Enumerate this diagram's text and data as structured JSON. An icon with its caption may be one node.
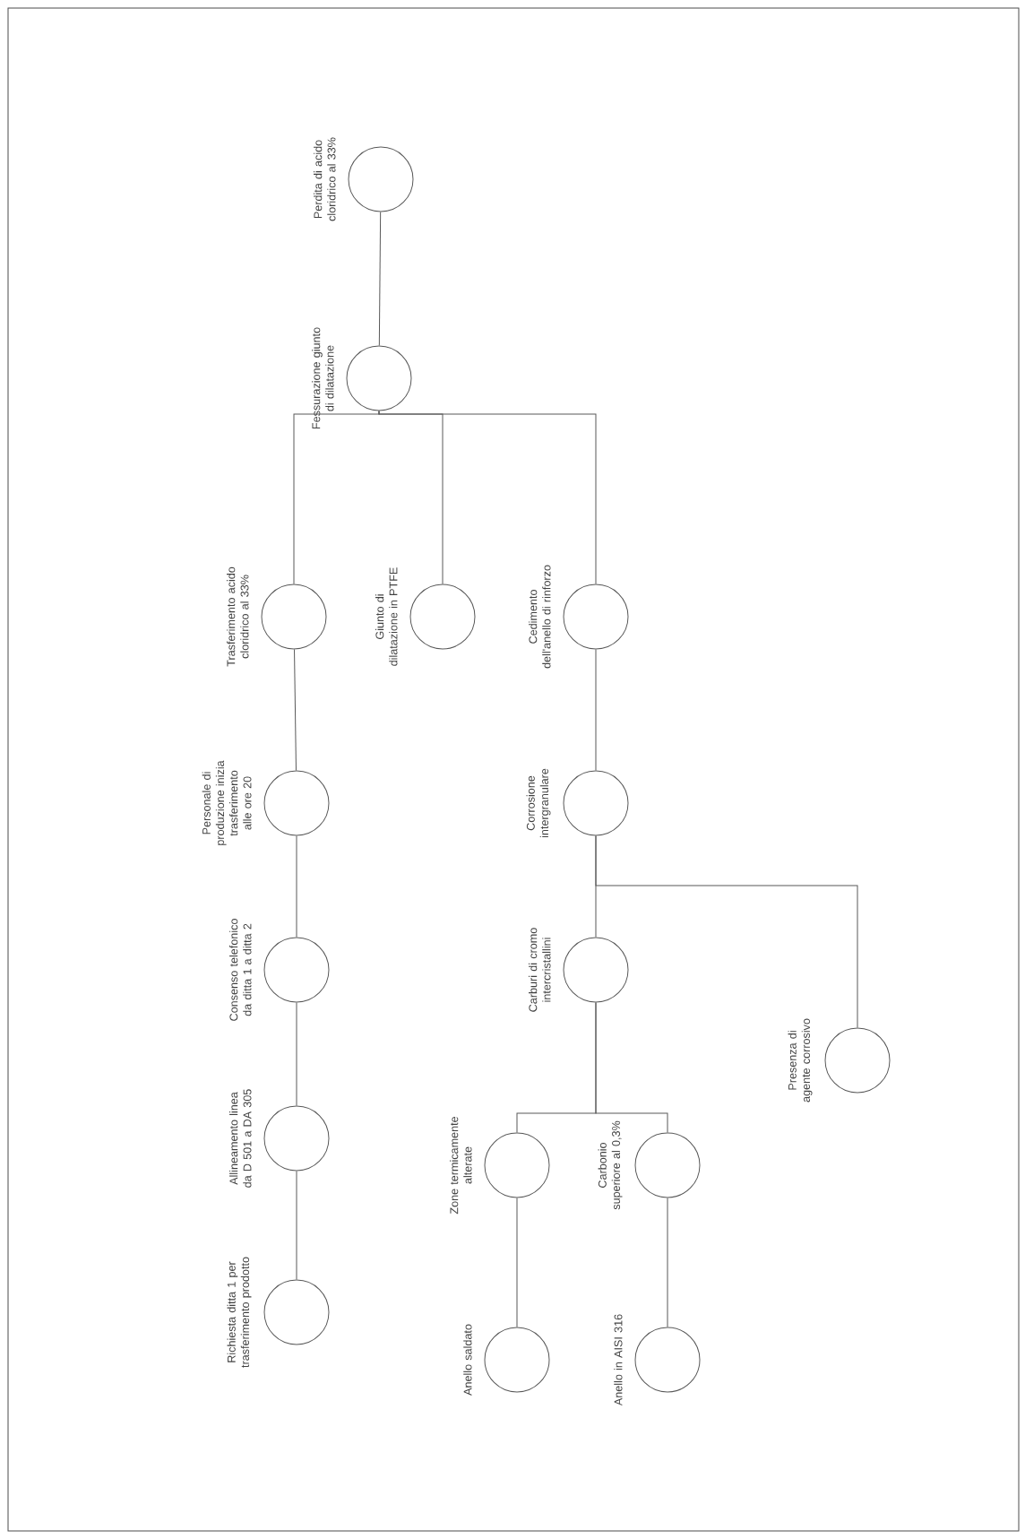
{
  "diagram": {
    "nodes": [
      {
        "text": [
          "Perdita di acido cloridrico al 33%"
        ]
      },
      {
        "text": [
          "Fessurazione giunto di dilatazione"
        ]
      },
      {
        "text": [
          "Trasferimento acido cloridrico al 33%"
        ]
      },
      {
        "text": [
          "Personale di produzione inizia trasferimento alle ore 20"
        ]
      },
      {
        "text": [
          "Consenso telefonico da ditta 1 a ditta 2"
        ]
      },
      {
        "text": [
          "Allineamento linea da D 501 a DA 305"
        ]
      },
      {
        "text": [
          "Richiesta ditta 1 per trasferimento prodotto"
        ]
      },
      {
        "text": [
          "Giunto di dilatazione in PTFE"
        ]
      },
      {
        "text": [
          "Cedimento dell'anello di rinforzo"
        ]
      },
      {
        "text": [
          "Corrosione intergranulare"
        ]
      },
      {
        "text": [
          "Carburi di cromo intercristallini"
        ]
      },
      {
        "text": [
          "Zone termicamente alterate"
        ]
      },
      {
        "text": [
          "Anello saldato"
        ]
      },
      {
        "text": [
          "Carbonio superiore al 0,3%"
        ]
      },
      {
        "text": [
          "Anello in AISI 316"
        ]
      },
      {
        "text": [
          "Presenza di agente corrosivo"
        ]
      }
    ],
    "edges": [
      {
        "from": 0,
        "to": 1,
        "arrow": "none"
      },
      {
        "from": 1,
        "to": 2,
        "arrow": "none"
      },
      {
        "from": 1,
        "to": 7,
        "arrow": "none"
      },
      {
        "from": 1,
        "to": 8,
        "arrow": "none"
      },
      {
        "from": 2,
        "to": 3,
        "arrow": "none"
      },
      {
        "from": 3,
        "to": 4,
        "arrow": "none"
      },
      {
        "from": 4,
        "to": 5,
        "arrow": "none"
      },
      {
        "from": 5,
        "to": 6,
        "arrow": "none"
      },
      {
        "from": 8,
        "to": 9,
        "arrow": "none"
      },
      {
        "from": 9,
        "to": 10,
        "arrow": "none"
      },
      {
        "from": 9,
        "to": 15,
        "arrow": "none"
      },
      {
        "from": 10,
        "to": 11,
        "arrow": "none"
      },
      {
        "from": 10,
        "to": 13,
        "arrow": "none"
      },
      {
        "from": 11,
        "to": 12,
        "arrow": "none"
      },
      {
        "from": 13,
        "to": 14,
        "arrow": "none"
      }
    ]
  }
}
